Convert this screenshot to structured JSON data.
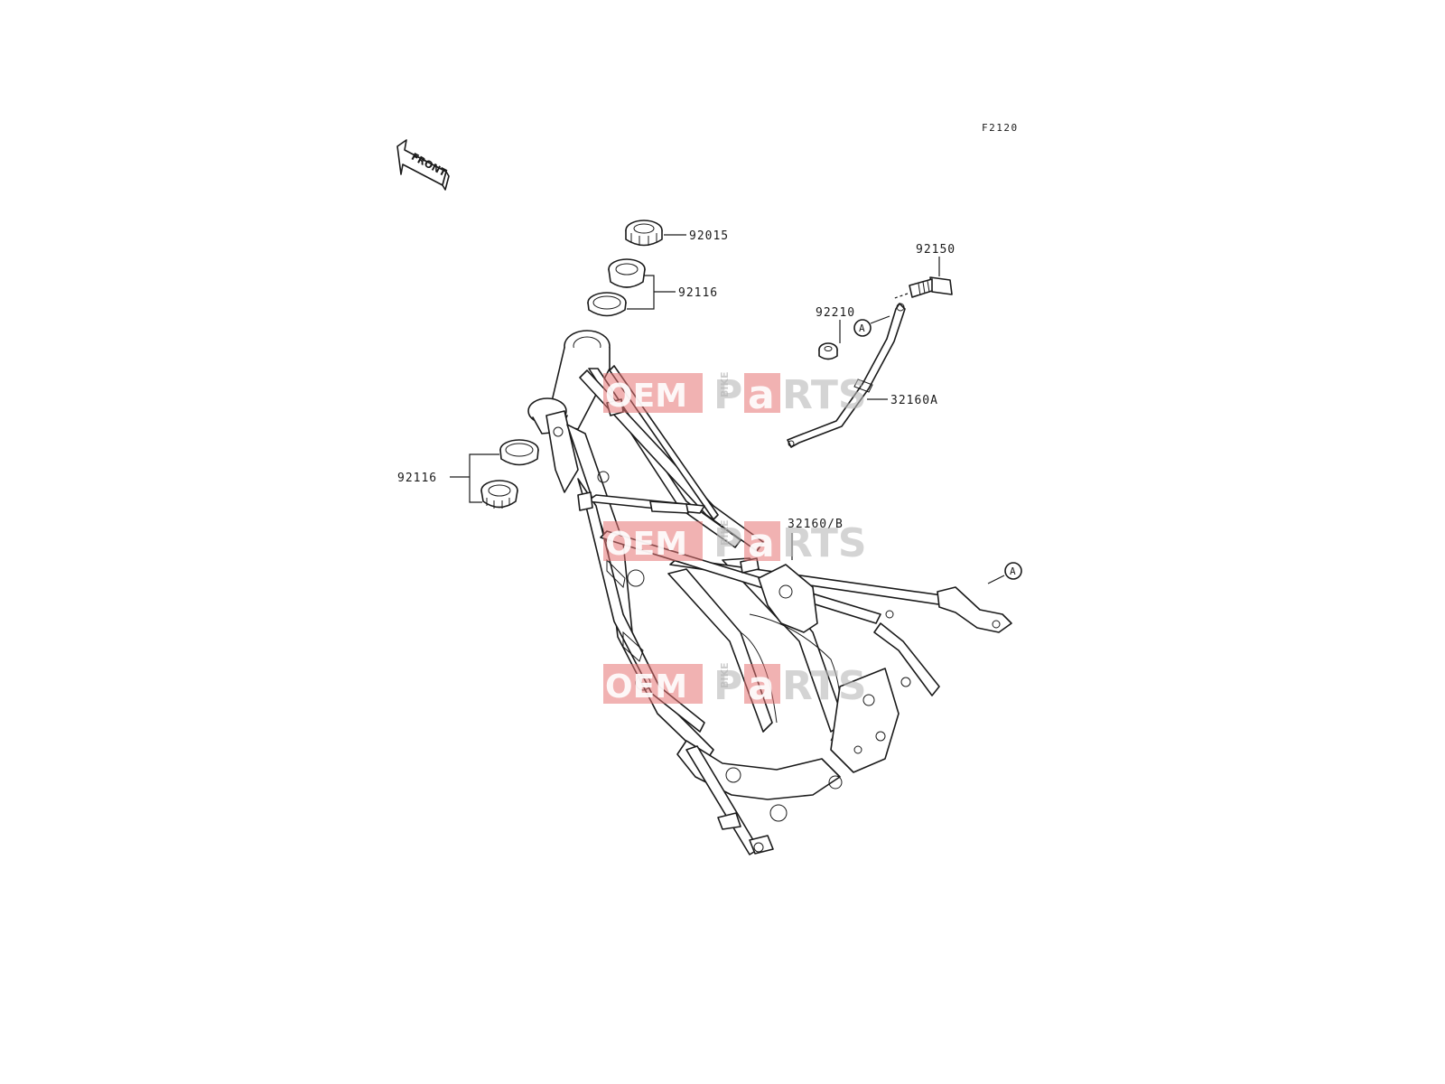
{
  "diagram": {
    "code": "F2120",
    "front_label": "FRONT",
    "callout_letter": "A",
    "parts": {
      "p92015": "92015",
      "p92116_top": "92116",
      "p92116_left": "92116",
      "p92150": "92150",
      "p92210": "92210",
      "p32160A": "32160A",
      "p32160B": "32160/B"
    }
  },
  "watermark": {
    "part1": "OEM",
    "part2": "BIKE",
    "part3": "P",
    "part4": "a",
    "part5": "RTS"
  }
}
